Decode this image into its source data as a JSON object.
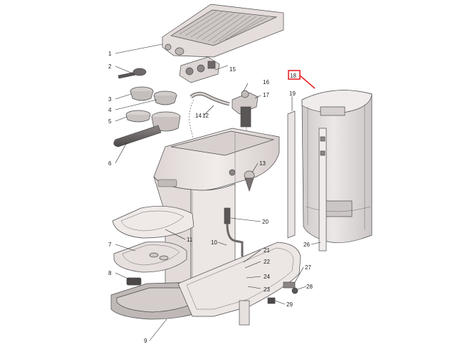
{
  "diagram": {
    "callouts": [
      "1",
      "2",
      "3",
      "4",
      "5",
      "6",
      "7",
      "8",
      "9",
      "10",
      "11",
      "12",
      "13",
      "14",
      "15",
      "16",
      "17",
      "18",
      "19",
      "20",
      "21",
      "22",
      "23",
      "24",
      "26",
      "27",
      "28",
      "29"
    ],
    "highlight": {
      "label_index": 17,
      "color": "#e8232a"
    },
    "colors": {
      "body_fill": "#e9e3e1",
      "body_shade": "#d9d1cf",
      "tank_fill": "#dedad9",
      "dark_part": "#5b5656",
      "line": "#4a4a4a"
    }
  }
}
